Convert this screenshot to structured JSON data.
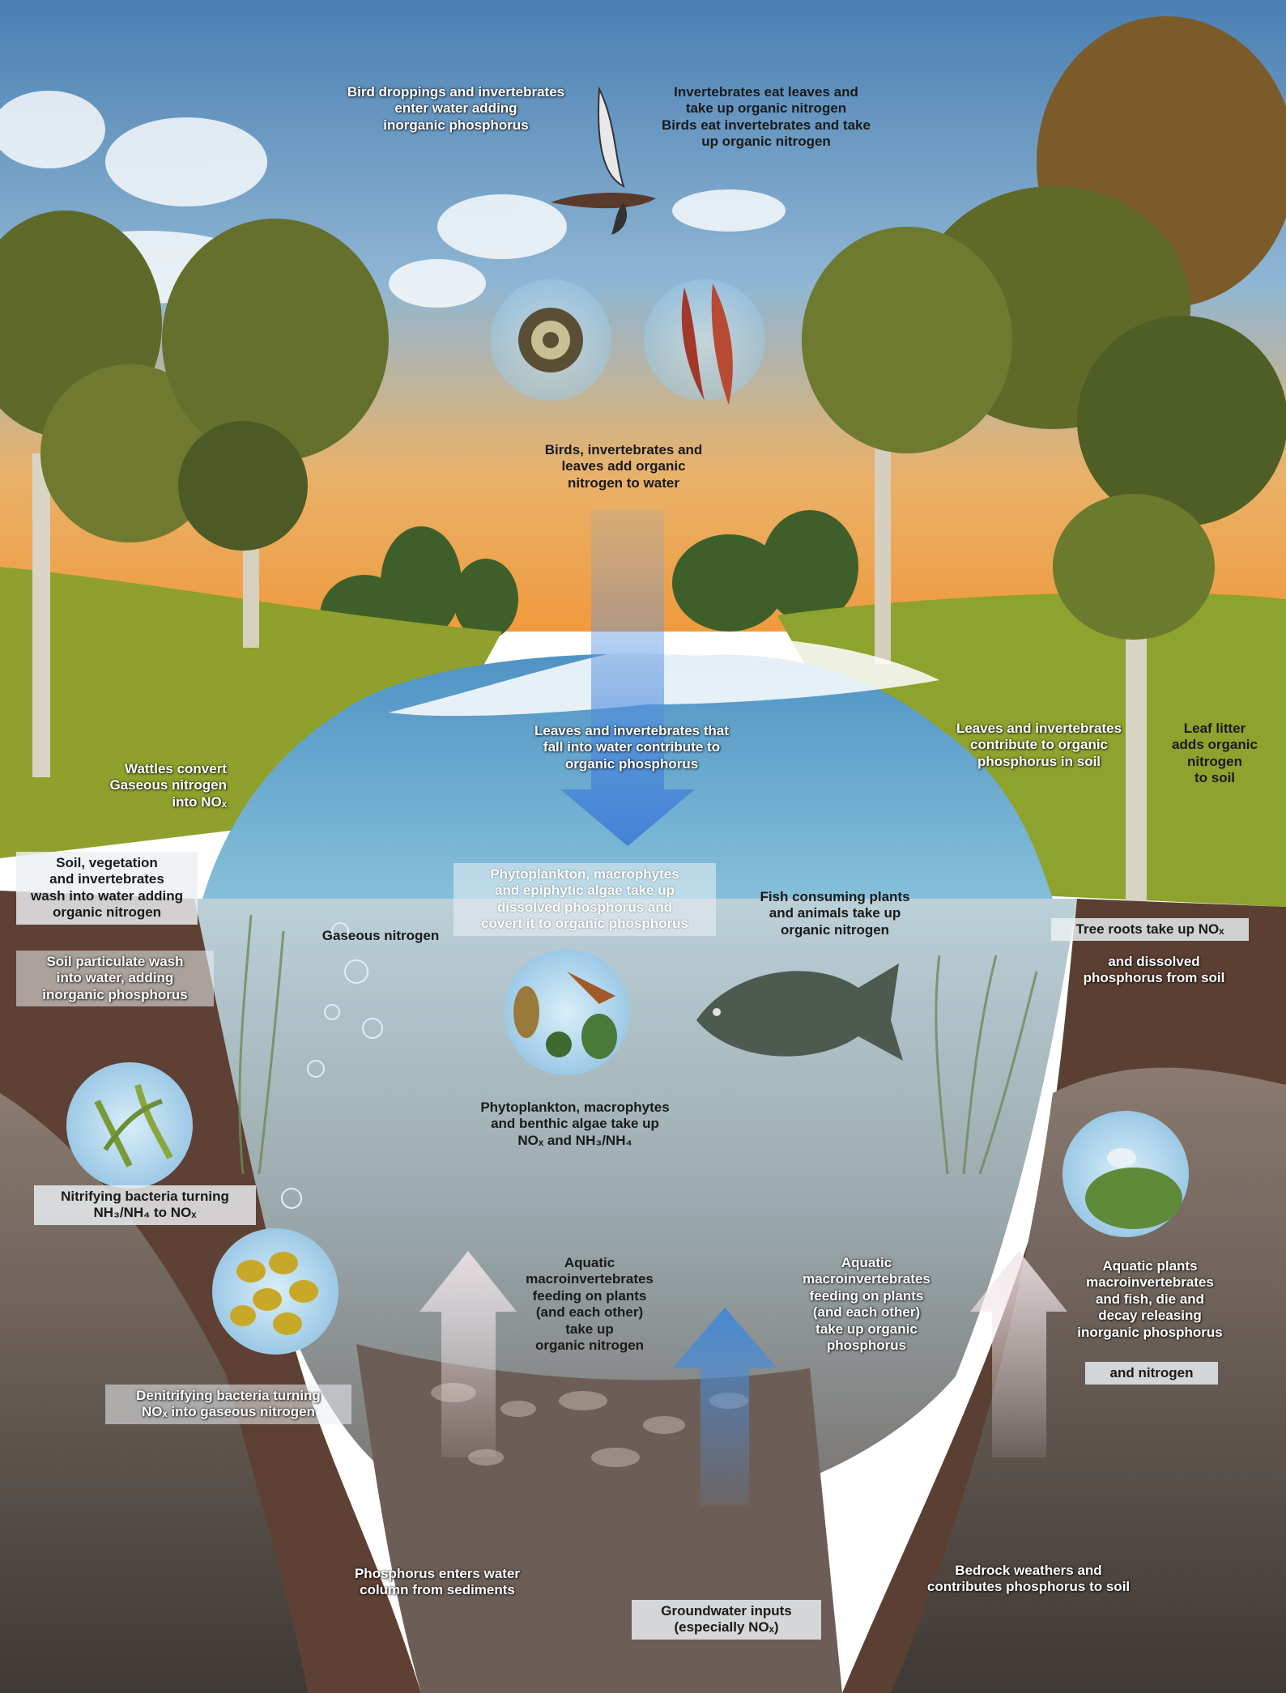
{
  "labels": {
    "bird_droppings": "Bird droppings and invertebrates\nenter water adding\ninorganic phosphorus",
    "invert_eat_leaves": "Invertebrates eat leaves and\ntake up organic nitrogen\nBirds eat invertebrates and take\nup organic nitrogen",
    "birds_add_nitrogen": "Birds, invertebrates and\nleaves add organic\nnitrogen to water",
    "leaves_fall_water": "Leaves and invertebrates that\nfall into water contribute to\norganic phosphorus",
    "leaves_soil_phosphorus": "Leaves and invertebrates\ncontribute to organic\nphosphorus in soil",
    "leaf_litter": "Leaf litter\nadds organic\nnitrogen\nto soil",
    "wattles": "Wattles convert\nGaseous nitrogen\ninto NOₓ",
    "soil_veg_wash": "Soil, vegetation\nand invertebrates\nwash into water adding\norganic nitrogen",
    "gaseous_nitrogen": "Gaseous nitrogen",
    "phyto_dissolved": "Phytoplankton, macrophytes\nand epiphytic algae take up\ndissolved phosphorus and\ncovert it to organic phosphorus",
    "fish_consuming": "Fish consuming plants\nand animals take up\norganic nitrogen",
    "tree_roots_1": "Tree roots take up NOₓ",
    "tree_roots_2": "and dissolved\nphosphorus from soil",
    "soil_particulate": "Soil particulate wash\ninto water, adding\ninorganic phosphorus",
    "phyto_benthic": "Phytoplankton, macrophytes\nand benthic algae take up\nNOₓ and NH₃/NH₄",
    "nitrifying": "Nitrifying bacteria turning\nNH₃/NH₄ to NOₓ",
    "aquatic_macro_nitrogen": "Aquatic\nmacroinvertebrates\nfeeding on plants\n(and each other)\ntake up\norganic nitrogen",
    "aquatic_macro_phosphorus": "Aquatic\nmacroinvertebrates\nfeeding on plants\n(and each other)\ntake up organic\nphosphorus",
    "aquatic_plants_decay_1": "Aquatic plants\nmacroinvertebrates\nand fish, die and\ndecay releasing\ninorganic phosphorus",
    "aquatic_plants_decay_2": "and nitrogen",
    "denitrifying": "Denitrifying bacteria turning\nNOₓ into gaseous nitrogen",
    "phosphorus_sediments": "Phosphorus enters water\ncolumn from sediments",
    "bedrock": "Bedrock weathers and\ncontributes phosphorus to soil",
    "groundwater": "Groundwater inputs\n(especially NOₓ)"
  },
  "colors": {
    "sky_top": "#4f86b8",
    "sky_low": "#f0a24a",
    "grass": "#8fa02c",
    "water_surface": "#5d9fc9",
    "water_deep": "#9fb3bd",
    "soil": "#6e4a3a",
    "rock": "#6f6a66",
    "arrow_blue": "#4a86d6",
    "arrow_light": "#e8dde0"
  }
}
